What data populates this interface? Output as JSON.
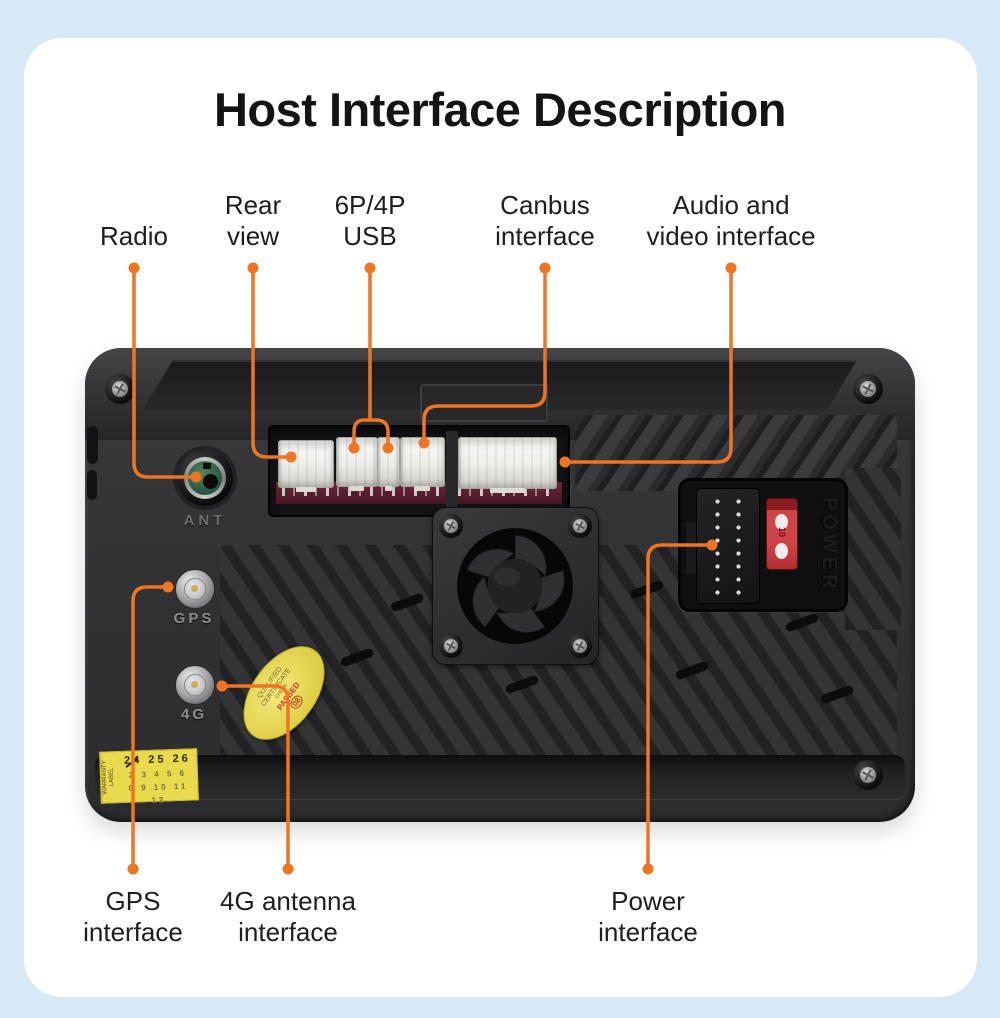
{
  "title": "Host Interface Description",
  "colors": {
    "background": "#d7e8f7",
    "card": "#ffffff",
    "accent_orange": "#ee7522",
    "label_text": "#1e1e1e",
    "device_body": "#313133",
    "connector_white": "#f2f2ee",
    "pcb_maroon": "#5d2130",
    "ant_green": "#3f6d52",
    "fuse_red": "#c03a3c",
    "sticker_yellow": "#ecdf5e",
    "warranty_yellow": "#e9d94d"
  },
  "top_labels": [
    {
      "id": "radio",
      "text": "Radio",
      "lines": [
        "Radio"
      ]
    },
    {
      "id": "rear-view",
      "text": "Rear view",
      "lines": [
        "Rear",
        "view"
      ]
    },
    {
      "id": "usb",
      "text": "6P/4P USB",
      "lines": [
        "6P/4P",
        "USB"
      ]
    },
    {
      "id": "canbus",
      "text": "Canbus interface",
      "lines": [
        "Canbus",
        "interface"
      ]
    },
    {
      "id": "audio-video",
      "text": "Audio and video interface",
      "lines": [
        "Audio and",
        "video interface"
      ]
    }
  ],
  "bottom_labels": [
    {
      "id": "gps",
      "text": "GPS interface",
      "lines": [
        "GPS",
        "interface"
      ]
    },
    {
      "id": "4g-antenna",
      "text": "4G antenna interface",
      "lines": [
        "4G antenna",
        "interface"
      ]
    },
    {
      "id": "power",
      "text": "Power interface",
      "lines": [
        "Power",
        "interface"
      ]
    }
  ],
  "device": {
    "ant_label": "ANT",
    "gps_label": "GPS",
    "four_g_label": "4G",
    "power_label": "POWER",
    "fuse_label": "10",
    "sticker": {
      "line1": "QUALIFIED",
      "line2": "CERTIFICATE",
      "line3": "CHECK",
      "line4": "PASSED",
      "line5": "08"
    },
    "warranty_label": {
      "side": "WARRANTY LABEL",
      "row1": "24 25 26",
      "row2": "2 3 4 5 6",
      "row3": "8 9 10 11 12"
    }
  }
}
